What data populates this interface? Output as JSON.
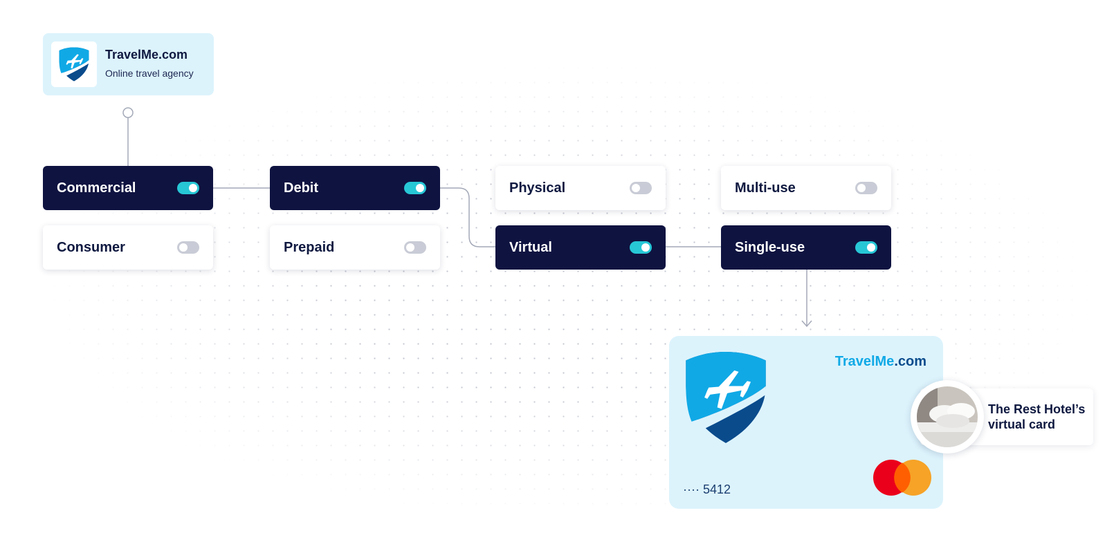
{
  "organization": {
    "name": "TravelMe.com",
    "subtitle": "Online travel agency",
    "logo_icon": "shield-plane-icon"
  },
  "nodes": {
    "commercial": {
      "label": "Commercial",
      "enabled": true
    },
    "consumer": {
      "label": "Consumer",
      "enabled": false
    },
    "debit": {
      "label": "Debit",
      "enabled": true
    },
    "prepaid": {
      "label": "Prepaid",
      "enabled": false
    },
    "physical": {
      "label": "Physical",
      "enabled": false
    },
    "virtual": {
      "label": "Virtual",
      "enabled": true
    },
    "multi_use": {
      "label": "Multi-use",
      "enabled": false
    },
    "single_use": {
      "label": "Single-use",
      "enabled": true
    }
  },
  "card": {
    "brand_part1": "TravelMe",
    "brand_part2": ".com",
    "number_mask": "···· 5412",
    "network_icon": "mastercard-icon"
  },
  "hotel": {
    "label": "The Rest Hotel’s virtual card",
    "photo_icon": "hotel-bed-photo"
  },
  "colors": {
    "node_active_bg": "#0f1340",
    "toggle_on": "#27c7d6",
    "toggle_off": "#c9ccd6",
    "card_bg": "#dcf3fc",
    "brand_light": "#10a9e6",
    "brand_dark": "#0a4b8c",
    "mastercard_red": "#eb001b",
    "mastercard_orange": "#f79e1b"
  }
}
